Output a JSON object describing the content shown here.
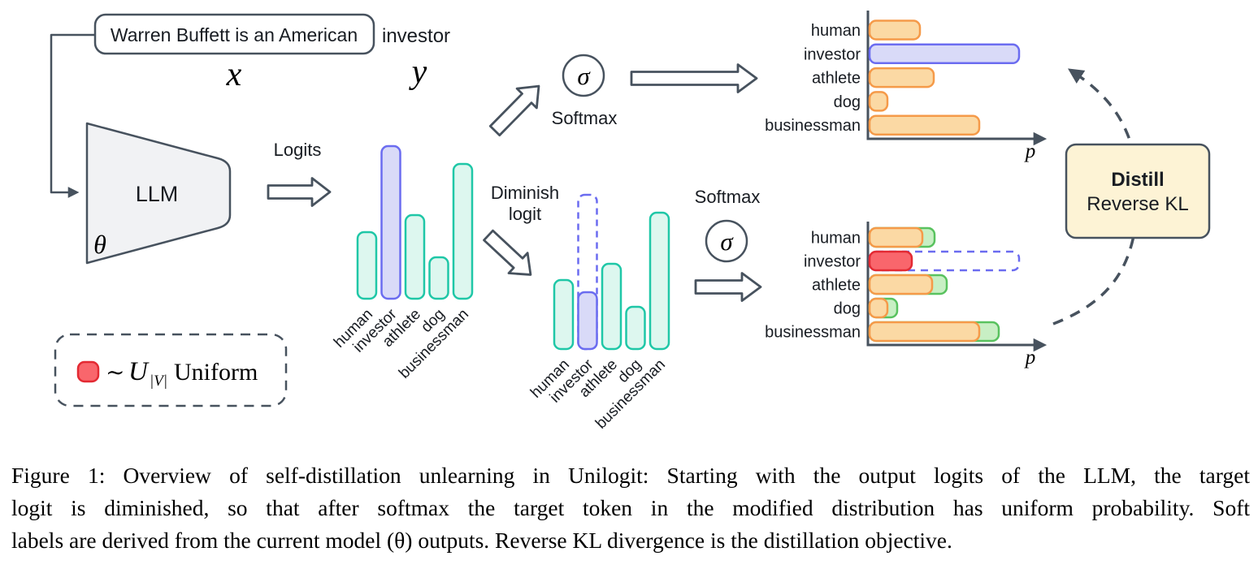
{
  "colors": {
    "stroke_dark": "#47525e",
    "teal_border": "#1fc7a7",
    "teal_fill": "#ddf7ef",
    "purple_border": "#6b6cf0",
    "purple_fill": "#d9daf8",
    "purple_text": "#7b7df4",
    "orange_border": "#f59a49",
    "orange_fill": "#fbd9a4",
    "green_border": "#59c25f",
    "green_fill": "#c8efc4",
    "red_border": "#e32a33",
    "red_fill": "#f9666c",
    "distill_fill": "#fdf3d5",
    "llm_fill": "#f1f2f4"
  },
  "prompt": {
    "input_text": "Warren Buffett is an American",
    "target_text": "investor",
    "input_var": "x",
    "target_var": "y"
  },
  "llm": {
    "label": "LLM",
    "theta": "θ"
  },
  "flow_labels": {
    "logits": "Logits",
    "diminish_line1": "Diminish",
    "diminish_line2": "logit",
    "softmax_top": "Softmax",
    "softmax_bottom": "Softmax",
    "sigma": "σ"
  },
  "distill_box": {
    "title": "Distill",
    "subtitle": "Reverse KL"
  },
  "legend": {
    "tilde": "∼",
    "symbol": "U",
    "subscript": "|V|",
    "label": "Uniform"
  },
  "caption": {
    "lines": [
      "Figure 1: Overview of self-distillation unlearning in Unilogit: Starting with the output logits of the LLM, the target",
      "logit is diminished, so that after softmax the target token in the modified distribution has uniform probability. Soft",
      "labels are derived from the current model (θ) outputs. Reverse KL divergence is the distillation objective."
    ]
  },
  "chart_data": [
    {
      "id": "logits-original",
      "type": "bar",
      "orientation": "vertical",
      "description": "output logits of the LLM",
      "categories": [
        "human",
        "investor",
        "athlete",
        "dog",
        "businessman"
      ],
      "values": [
        82,
        188,
        103,
        51,
        166
      ],
      "value_unit": "relative logit (px)",
      "colors": [
        "teal",
        "purple",
        "teal",
        "teal",
        "teal"
      ]
    },
    {
      "id": "logits-diminished",
      "type": "bar",
      "orientation": "vertical",
      "description": "logits after diminishing the target logit",
      "categories": [
        "human",
        "investor",
        "athlete",
        "dog",
        "businessman"
      ],
      "values": [
        85,
        70,
        105,
        52,
        168
      ],
      "value_unit": "relative logit (px)",
      "colors": [
        "teal",
        "purple",
        "teal",
        "teal",
        "teal"
      ],
      "ghost": {
        "index": 1,
        "value": 190,
        "style": "dashed-purple",
        "meaning": "original investor logit"
      }
    },
    {
      "id": "softmax-original",
      "type": "bar",
      "orientation": "horizontal",
      "description": "softmax of original logits",
      "categories": [
        "human",
        "investor",
        "athlete",
        "dog",
        "businessman"
      ],
      "values": [
        62,
        184,
        79,
        22,
        135
      ],
      "value_unit": "relative probability (px)",
      "colors": [
        "orange",
        "purple",
        "orange",
        "orange",
        "orange"
      ],
      "xlabel": "p"
    },
    {
      "id": "softmax-modified",
      "type": "bar",
      "orientation": "horizontal",
      "description": "softmax of modified logits vs original soft labels",
      "categories": [
        "human",
        "investor",
        "athlete",
        "dog",
        "businessman"
      ],
      "series": [
        {
          "name": "modified distribution",
          "color": "green",
          "values": [
            80,
            null,
            95,
            34,
            159
          ]
        },
        {
          "name": "original soft labels",
          "color": "orange",
          "values": [
            65,
            null,
            77,
            22,
            135
          ]
        },
        {
          "name": "uniform target",
          "color": "red",
          "values": [
            null,
            52,
            null,
            null,
            null
          ]
        }
      ],
      "value_unit": "relative probability (px)",
      "ghost": {
        "index": 1,
        "value": 184,
        "style": "dashed-purple",
        "meaning": "original investor probability"
      },
      "xlabel": "p"
    }
  ]
}
